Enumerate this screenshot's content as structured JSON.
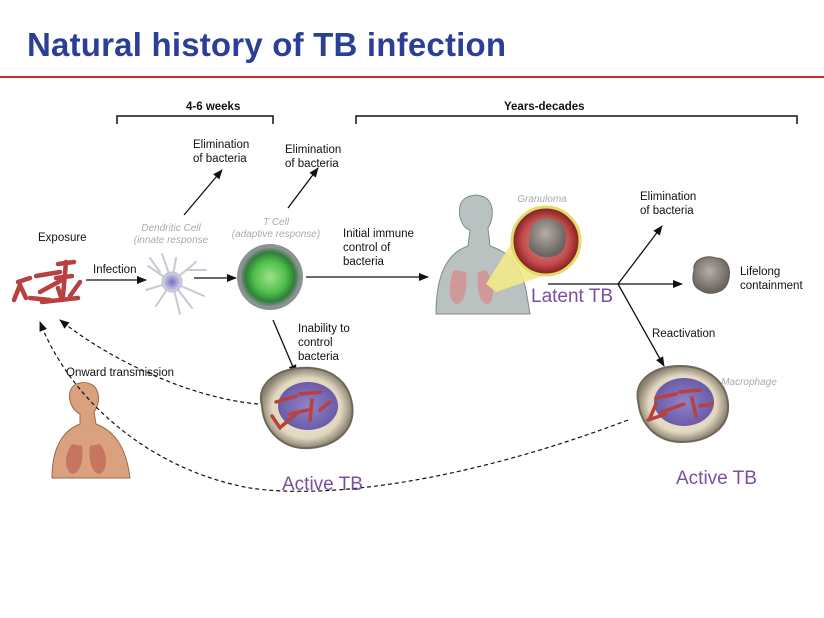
{
  "title": "Natural history of TB infection",
  "timeline": {
    "period_1": "4-6 weeks",
    "period_2": "Years-decades"
  },
  "labels": {
    "exposure": "Exposure",
    "infection": "Infection",
    "dendritic_cell": "Dendritic Cell",
    "dendritic_cell_sub": "(innate response",
    "t_cell": "T Cell",
    "t_cell_sub": "(adaptive response)",
    "elimination_1": "Elimination\nof bacteria",
    "elimination_2": "Elimination\nof bacteria",
    "initial_control": "Initial immune\ncontrol of\nbacteria",
    "inability": "Inability to\ncontrol\nbacteria",
    "granuloma": "Granuloma",
    "latent_tb": "Latent TB",
    "elimination_3": "Elimination\nof bacteria",
    "lifelong": "Lifelong\ncontainment",
    "reactivation": "Reactivation",
    "macrophage": "Macrophage",
    "onward": "Onward transmission",
    "active_tb_1": "Active TB",
    "active_tb_2": "Active TB"
  },
  "colors": {
    "title": "#2c3f96",
    "rule": "#c43030",
    "accent_purple": "#7a4fa0",
    "bacteria": "#b8413f",
    "tcell_green": "#4fc04a"
  },
  "icons": [
    "bacteria-cluster-icon",
    "dendritic-cell-icon",
    "t-cell-icon",
    "human-lungs-icon",
    "granuloma-icon",
    "macrophage-icon"
  ]
}
